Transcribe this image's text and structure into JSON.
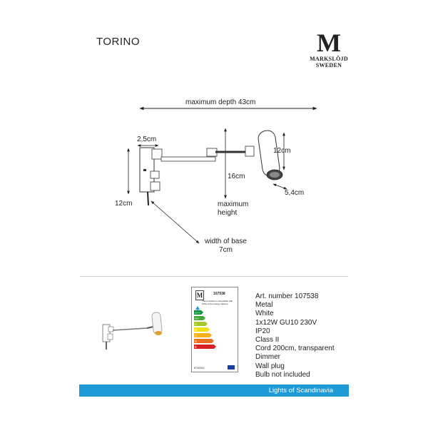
{
  "product": {
    "name": "TORINO"
  },
  "logo": {
    "letter": "M",
    "line1": "MARKSLÖJD",
    "line2": "SWEDEN"
  },
  "dimensions": {
    "max_depth": "maximum depth   43cm",
    "base_width_top": "2,5cm",
    "head_length": "12cm",
    "head_diameter": "5,4cm",
    "arm_height": "16cm",
    "base_height": "12cm",
    "max_height_line1": "maximum",
    "max_height_line2": "height",
    "width_of_base_line1": "width of base",
    "width_of_base_line2": "7cm"
  },
  "energy_label": {
    "art_number": "107538",
    "note": "This luminaire is compatible with bulbs of the energy classes:",
    "classes": [
      "A++",
      "A+",
      "A",
      "B",
      "C",
      "D",
      "E"
    ],
    "class_colors": [
      "#0b8f3d",
      "#47a83a",
      "#a9c72a",
      "#f1e01a",
      "#f6b219",
      "#ec6f1c",
      "#d62222"
    ],
    "date": "874/2012"
  },
  "specs": [
    "Art. number 107538",
    "Metal",
    "White",
    "1x12W GU10 230V",
    "IP20",
    "Class II",
    "Cord 200cm, transparent",
    "Dimmer",
    "Wall plug",
    "Bulb not included"
  ],
  "footer": {
    "text": "Lights of Scandinavia",
    "color": "#1e9ad8"
  }
}
